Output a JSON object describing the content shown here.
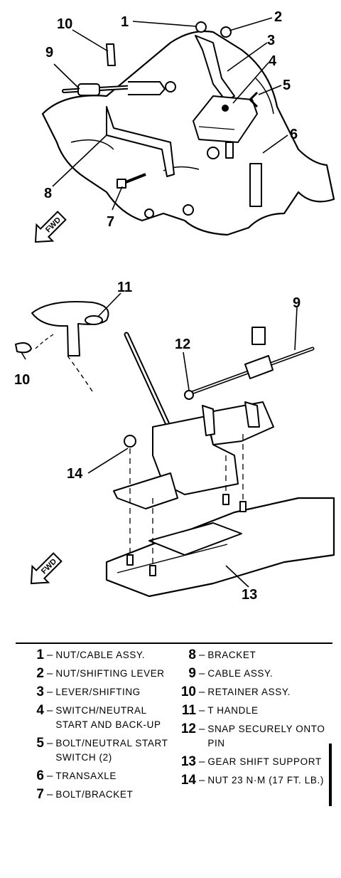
{
  "callouts_top": [
    "1",
    "2",
    "3",
    "4",
    "5",
    "6",
    "7",
    "8",
    "9",
    "10"
  ],
  "callouts_bottom": [
    "9",
    "10",
    "11",
    "12",
    "13",
    "14"
  ],
  "fwd_label": "FWD",
  "legend": {
    "left": [
      {
        "num": "1",
        "text": "NUT/CABLE ASSY."
      },
      {
        "num": "2",
        "text": "NUT/SHIFTING LEVER"
      },
      {
        "num": "3",
        "text": "LEVER/SHIFTING"
      },
      {
        "num": "4",
        "text": "SWITCH/NEUTRAL START AND BACK-UP"
      },
      {
        "num": "5",
        "text": "BOLT/NEUTRAL START SWITCH (2)"
      },
      {
        "num": "6",
        "text": "TRANSAXLE"
      },
      {
        "num": "7",
        "text": "BOLT/BRACKET"
      }
    ],
    "right": [
      {
        "num": "8",
        "text": "BRACKET"
      },
      {
        "num": "9",
        "text": "CABLE ASSY."
      },
      {
        "num": "10",
        "text": "RETAINER ASSY."
      },
      {
        "num": "11",
        "text": "T HANDLE"
      },
      {
        "num": "12",
        "text": "SNAP SECURELY ONTO PIN"
      },
      {
        "num": "13",
        "text": "GEAR SHIFT SUPPORT"
      },
      {
        "num": "14",
        "text": "NUT 23 N·M (17 FT. LB.)"
      }
    ]
  }
}
